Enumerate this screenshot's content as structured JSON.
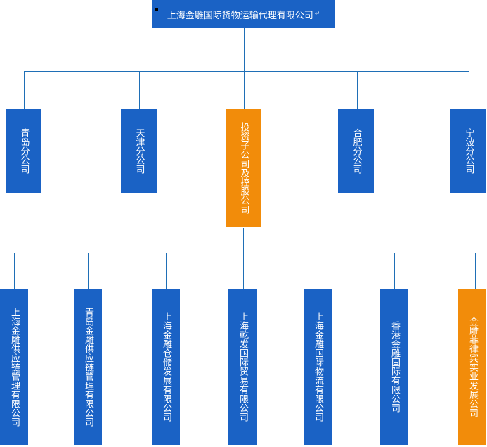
{
  "colors": {
    "blue": "#1a62c5",
    "orange": "#f28c0a",
    "line": "#1f6fb6"
  },
  "top": {
    "label": "上海金雕国际货物运输代理有限公司"
  },
  "level1": [
    {
      "label": "青岛分公司",
      "color": "blue"
    },
    {
      "label": "天津分公司",
      "color": "blue"
    },
    {
      "label": "投资子公司及控股公司",
      "color": "orange"
    },
    {
      "label": "合肥分公司",
      "color": "blue"
    },
    {
      "label": "宁波分公司",
      "color": "blue"
    }
  ],
  "level2": [
    {
      "label": "上海金雕供应链管理有限公司",
      "color": "blue"
    },
    {
      "label": "青岛金雕供应链管理有限公司",
      "color": "blue"
    },
    {
      "label": "上海金雕仓储发展有限公司",
      "color": "blue"
    },
    {
      "label": "上海乾发国际贸易有限公司",
      "color": "blue"
    },
    {
      "label": "上海金雕国际物流有限公司",
      "color": "blue"
    },
    {
      "label": "香港金雕国际有限公司",
      "color": "blue"
    },
    {
      "label": "金雕菲律宾实业发展公司",
      "color": "orange"
    }
  ]
}
